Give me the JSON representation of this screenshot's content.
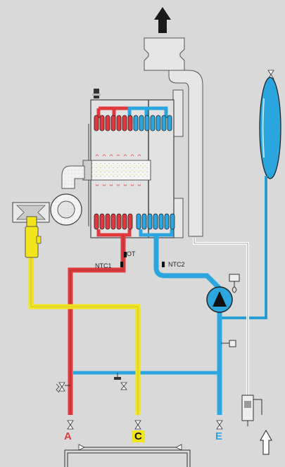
{
  "labels": {
    "a": "A",
    "c": "C",
    "e": "E",
    "ot": "OT",
    "ntc1": "NTC1",
    "ntc2": "NTC2"
  },
  "colors": {
    "background": "#d9d9d9",
    "hot_water": "#e03a3e",
    "cold_water": "#2ba6de",
    "gas": "#f2e51b",
    "outline": "#444444",
    "flue": "#e6e6e6",
    "vessel": "#2aa5de"
  },
  "icons": [
    "exhaust-arrow-up-icon",
    "inlet-arrow-up-icon",
    "pump-icon",
    "valve-icon"
  ]
}
